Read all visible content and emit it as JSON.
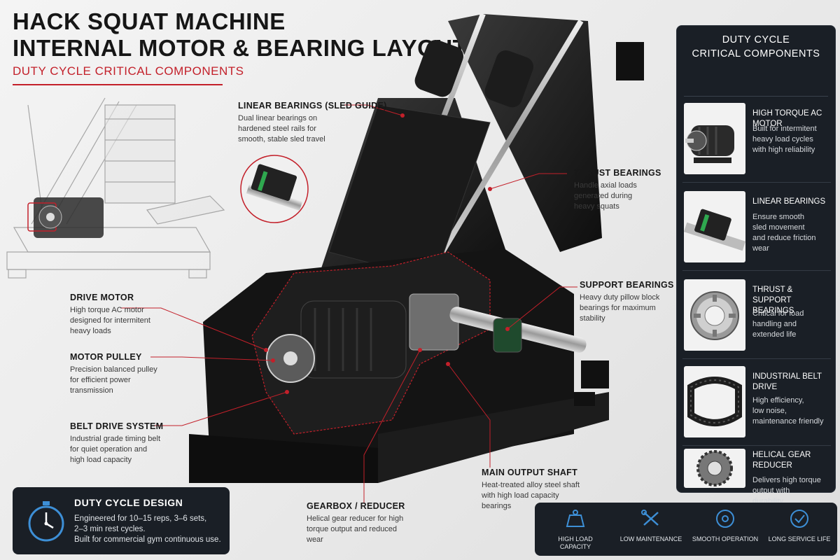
{
  "header": {
    "title_line1": "HACK SQUAT MACHINE",
    "title_line2": "INTERNAL MOTOR & BEARING LAYOUT",
    "subtitle": "DUTY CYCLE CRITICAL COMPONENTS"
  },
  "callouts": {
    "linear_bearings": {
      "title": "LINEAR BEARINGS (SLED GUIDE)",
      "desc": [
        "Dual linear bearings on",
        "hardened steel rails for",
        "smooth, stable sled travel"
      ]
    },
    "thrust_bearings": {
      "title": "THRUST BEARINGS",
      "desc": [
        "Handle axial loads",
        "generated during",
        "heavy squats"
      ]
    },
    "support_bearings": {
      "title": "SUPPORT BEARINGS",
      "desc": [
        "Heavy duty pillow block",
        "bearings for maximum",
        "stability"
      ]
    },
    "drive_motor": {
      "title": "DRIVE MOTOR",
      "desc": [
        "High torque AC motor",
        "designed for intermitent",
        "heavy loads"
      ]
    },
    "motor_pulley": {
      "title": "MOTOR PULLEY",
      "desc": [
        "Precision balanced pulley",
        "for efficient power",
        "transmission"
      ]
    },
    "belt_drive": {
      "title": "BELT DRIVE SYSTEM",
      "desc": [
        "Industrial grade timing belt",
        "for quiet operation and",
        "high load capacity"
      ]
    },
    "main_output_shaft": {
      "title": "MAIN OUTPUT SHAFT",
      "desc": [
        "Heat-treated alloy steel shaft",
        "with high load capacity",
        "bearings"
      ]
    },
    "gearbox": {
      "title": "GEARBOX / REDUCER",
      "desc": [
        "Helical gear reducer for high",
        "torque output and reduced",
        "wear"
      ]
    }
  },
  "panel": {
    "title_line1": "DUTY CYCLE",
    "title_line2": "CRITICAL COMPONENTS",
    "cards": [
      {
        "icon": "motor-icon",
        "title": [
          "HIGH TORQUE AC MOTOR"
        ],
        "desc": [
          "Built for intermitent",
          "heavy load cycles",
          "with high reliability"
        ]
      },
      {
        "icon": "linear-bearing-icon",
        "title": [
          "LINEAR BEARINGS"
        ],
        "desc": [
          "Ensure smooth",
          "sled movement",
          "and reduce friction",
          "wear"
        ]
      },
      {
        "icon": "roller-bearing-icon",
        "title": [
          "THRUST & SUPPORT",
          "BEARINGS"
        ],
        "desc": [
          "Critical for load",
          "handling and",
          "extended life"
        ]
      },
      {
        "icon": "belt-icon",
        "title": [
          "INDUSTRIAL BELT",
          "DRIVE"
        ],
        "desc": [
          "High efficiency,",
          "low noise,",
          "maintenance friendly"
        ]
      },
      {
        "icon": "gear-reducer-icon",
        "title": [
          "HELICAL GEAR",
          "REDUCER"
        ],
        "desc": [
          "Delivers high torque",
          "output with",
          "durability"
        ]
      }
    ]
  },
  "duty_box": {
    "title": "DUTY CYCLE DESIGN",
    "lines": [
      "Engineered for 10–15 reps, 3–6 sets,",
      "2–3 min rest cycles.",
      "Built for commercial gym continuous use."
    ]
  },
  "features": [
    {
      "icon": "weight-icon",
      "label": [
        "HIGH LOAD",
        "CAPACITY"
      ]
    },
    {
      "icon": "tools-icon",
      "label": [
        "LOW MAINTENANCE"
      ]
    },
    {
      "icon": "smooth-icon",
      "label": [
        "SMOOTH OPERATION"
      ]
    },
    {
      "icon": "shield-icon",
      "label": [
        "LONG SERVICE LIFE"
      ]
    }
  ],
  "colors": {
    "accent_red": "#c3202a",
    "panel_bg": "#1a1f26",
    "icon_blue": "#3d8fd6"
  }
}
